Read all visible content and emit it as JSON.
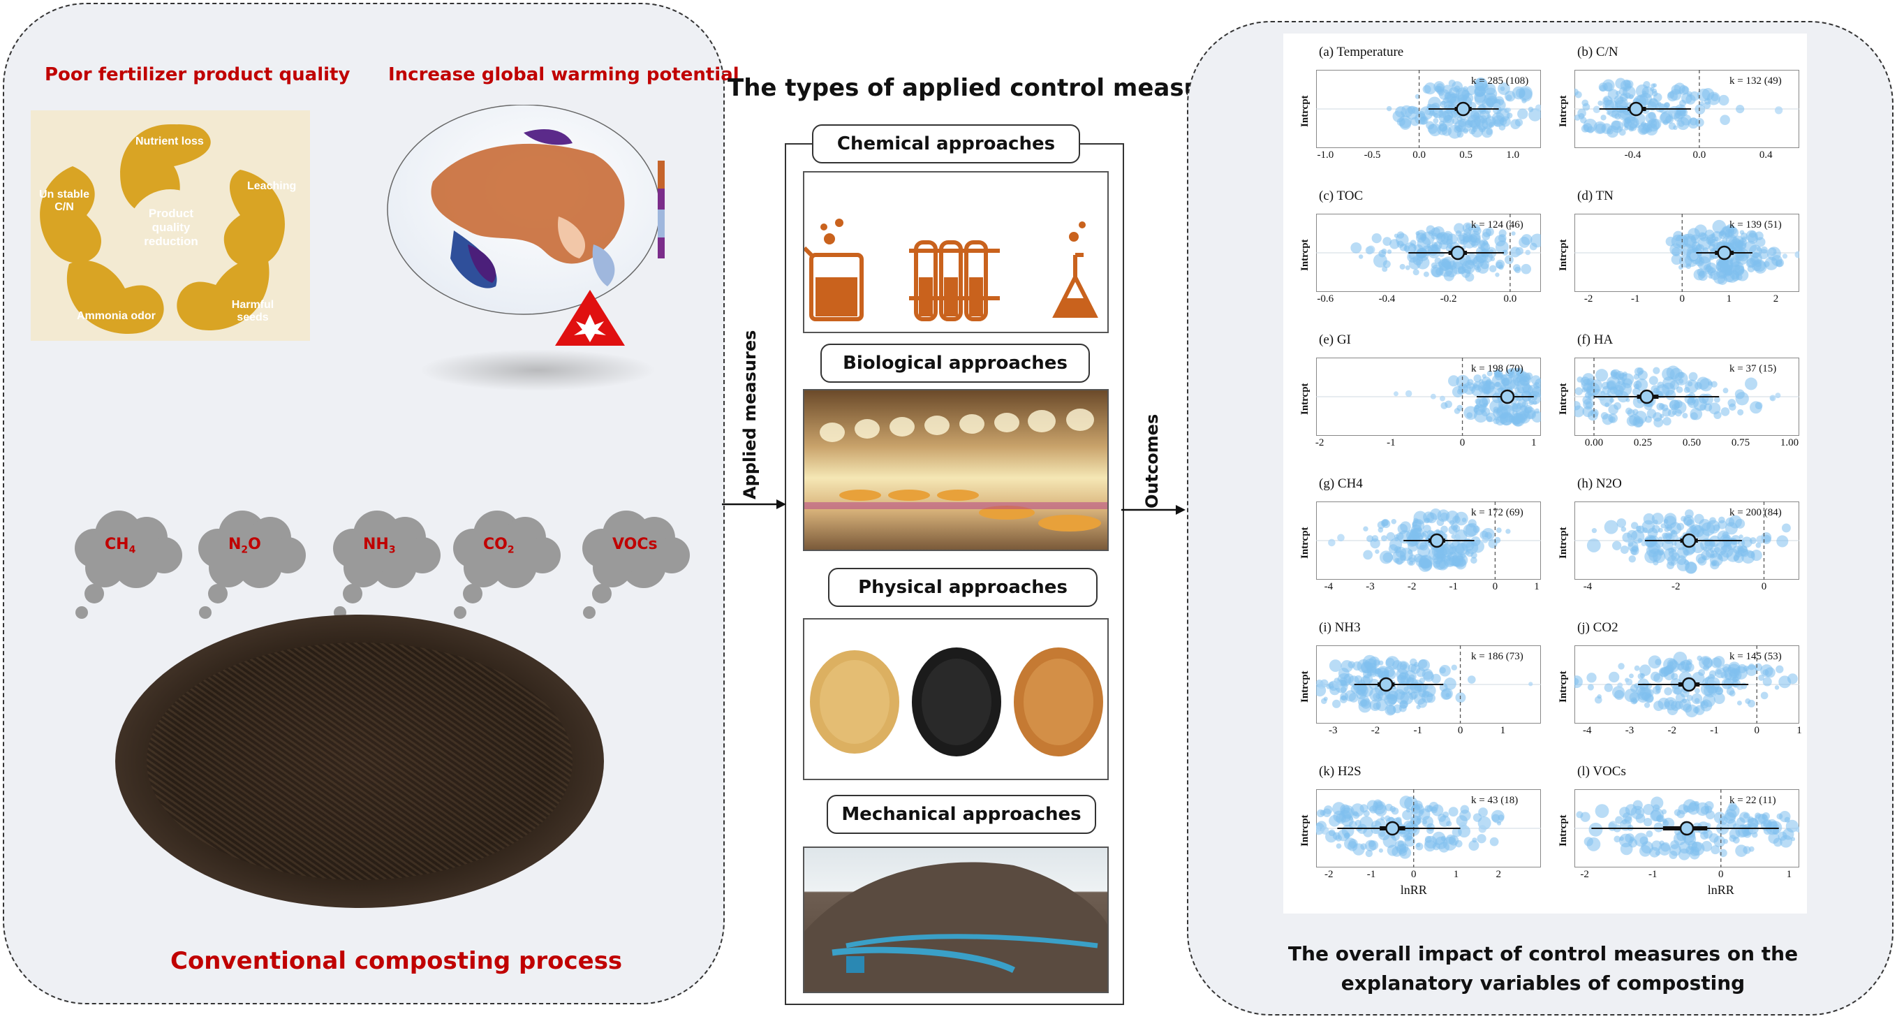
{
  "left_panel": {
    "title_quality": "Poor fertilizer product quality",
    "title_warming": "Increase global warming potential",
    "petals": [
      "Nutrient loss",
      "Leaching",
      "Harmful seeds",
      "Ammonia odor",
      "Un stable C/N"
    ],
    "center_text": "Product quality reduction",
    "gases": [
      {
        "base": "CH",
        "sub": "4"
      },
      {
        "base": "N",
        "sub": "2",
        "tail": "O"
      },
      {
        "base": "NH",
        "sub": "3"
      },
      {
        "base": "CO",
        "sub": "2"
      },
      {
        "base": "VOCs",
        "sub": ""
      }
    ],
    "bottom_title": "Conventional composting process"
  },
  "middle_panel": {
    "title": "The types of applied control measures",
    "approaches": [
      "Chemical approaches",
      "Biological approaches",
      "Physical approaches",
      "Mechanical approaches"
    ],
    "arrow_in": "Applied measures",
    "arrow_out": "Outcomes"
  },
  "right_panel": {
    "caption": "The overall impact of control measures on the  explanatory variables of composting",
    "x_axis_title": "lnRR",
    "y_axis_label": "Intrcpt"
  },
  "chart_data": [
    {
      "type": "scatter",
      "title": "(a) Temperature",
      "k": "k = 285 (108)",
      "xlim": [
        -1.1,
        1.3
      ],
      "ticks": [
        "-1.0",
        "-0.5",
        "0.0",
        "0.5",
        "1.0"
      ],
      "tickvals": [
        -1.0,
        -0.5,
        0.0,
        0.5,
        1.0
      ],
      "estimate": 0.47,
      "ci": [
        0.38,
        0.56
      ],
      "pi": [
        0.1,
        0.85
      ],
      "ref": 0.0
    },
    {
      "type": "scatter",
      "title": "(b) C/N",
      "k": "k = 132 (49)",
      "xlim": [
        -0.75,
        0.6
      ],
      "ticks": [
        "-0.4",
        "0.0",
        "0.4"
      ],
      "tickvals": [
        -0.4,
        0.0,
        0.4
      ],
      "estimate": -0.38,
      "ci": [
        -0.43,
        -0.32
      ],
      "pi": [
        -0.6,
        -0.05
      ],
      "ref": 0.0
    },
    {
      "type": "scatter",
      "title": "(c) TOC",
      "k": "k = 124 (46)",
      "xlim": [
        -0.63,
        0.1
      ],
      "ticks": [
        "-0.6",
        "-0.4",
        "-0.2",
        "0.0"
      ],
      "tickvals": [
        -0.6,
        -0.4,
        -0.2,
        0.0
      ],
      "estimate": -0.17,
      "ci": [
        -0.2,
        -0.14
      ],
      "pi": [
        -0.33,
        -0.02
      ],
      "ref": 0.0
    },
    {
      "type": "scatter",
      "title": "(d) TN",
      "k": "k = 139 (51)",
      "xlim": [
        -2.3,
        2.5
      ],
      "ticks": [
        "-2",
        "-1",
        "0",
        "1",
        "2"
      ],
      "tickvals": [
        -2,
        -1,
        0,
        1,
        2
      ],
      "estimate": 0.9,
      "ci": [
        0.7,
        1.1
      ],
      "pi": [
        0.3,
        1.5
      ],
      "ref": 0.0
    },
    {
      "type": "scatter",
      "title": "(e) GI",
      "k": "k = 198 (70)",
      "xlim": [
        -2.05,
        1.1
      ],
      "ticks": [
        "-2",
        "-1",
        "0",
        "1"
      ],
      "tickvals": [
        -2,
        -1,
        0,
        1
      ],
      "estimate": 0.63,
      "ci": [
        0.55,
        0.72
      ],
      "pi": [
        0.2,
        1.0
      ],
      "ref": 0.0
    },
    {
      "type": "scatter",
      "title": "(f) HA",
      "k": "k = 37 (15)",
      "xlim": [
        -0.1,
        1.05
      ],
      "ticks": [
        "0.00",
        "0.25",
        "0.50",
        "0.75",
        "1.00"
      ],
      "tickvals": [
        0.0,
        0.25,
        0.5,
        0.75,
        1.0
      ],
      "estimate": 0.27,
      "ci": [
        0.22,
        0.33
      ],
      "pi": [
        0.0,
        0.64
      ],
      "ref": 0.0
    },
    {
      "type": "scatter",
      "title": "(g) CH4",
      "k": "k = 172 (69)",
      "xlim": [
        -4.3,
        1.1
      ],
      "ticks": [
        "-4",
        "-3",
        "-2",
        "-1",
        "0",
        "1"
      ],
      "tickvals": [
        -4,
        -3,
        -2,
        -1,
        0,
        1
      ],
      "estimate": -1.4,
      "ci": [
        -1.6,
        -1.2
      ],
      "pi": [
        -2.2,
        -0.5
      ],
      "ref": 0.0
    },
    {
      "type": "scatter",
      "title": "(h) N2O",
      "k": "k = 200 (84)",
      "xlim": [
        -4.3,
        0.8
      ],
      "ticks": [
        "-4",
        "-2",
        "0"
      ],
      "tickvals": [
        -4,
        -2,
        0
      ],
      "estimate": -1.7,
      "ci": [
        -1.9,
        -1.5
      ],
      "pi": [
        -2.7,
        -0.5
      ],
      "ref": 0.0
    },
    {
      "type": "scatter",
      "title": "(i) NH3",
      "k": "k = 186 (73)",
      "xlim": [
        -3.4,
        1.9
      ],
      "ticks": [
        "-3",
        "-2",
        "-1",
        "0",
        "1"
      ],
      "tickvals": [
        -3,
        -2,
        -1,
        0,
        1
      ],
      "estimate": -1.75,
      "ci": [
        -1.95,
        -1.55
      ],
      "pi": [
        -2.5,
        -0.4
      ],
      "ref": 0.0
    },
    {
      "type": "scatter",
      "title": "(j) CO2",
      "k": "k = 145 (53)",
      "xlim": [
        -4.3,
        1.0
      ],
      "ticks": [
        "-4",
        "-3",
        "-2",
        "-1",
        "0",
        "1"
      ],
      "tickvals": [
        -4,
        -3,
        -2,
        -1,
        0,
        1
      ],
      "estimate": -1.6,
      "ci": [
        -1.85,
        -1.35
      ],
      "pi": [
        -2.8,
        -0.2
      ],
      "ref": 0.0
    },
    {
      "type": "scatter",
      "title": "(k) H2S",
      "k": "k = 43 (18)",
      "xlim": [
        -2.3,
        3.0
      ],
      "ticks": [
        "-2",
        "-1",
        "0",
        "1",
        "2"
      ],
      "tickvals": [
        -2,
        -1,
        0,
        1,
        2
      ],
      "estimate": -0.5,
      "ci": [
        -0.8,
        -0.2
      ],
      "pi": [
        -1.8,
        1.1
      ],
      "ref": 0.0
    },
    {
      "type": "scatter",
      "title": "(l) VOCs",
      "k": "k = 22 (11)",
      "xlim": [
        -2.15,
        1.15
      ],
      "ticks": [
        "-2",
        "-1",
        "0",
        "1"
      ],
      "tickvals": [
        -2,
        -1,
        0,
        1
      ],
      "estimate": -0.5,
      "ci": [
        -0.85,
        -0.2
      ],
      "pi": [
        -1.9,
        0.85
      ],
      "ref": 0.0
    }
  ]
}
